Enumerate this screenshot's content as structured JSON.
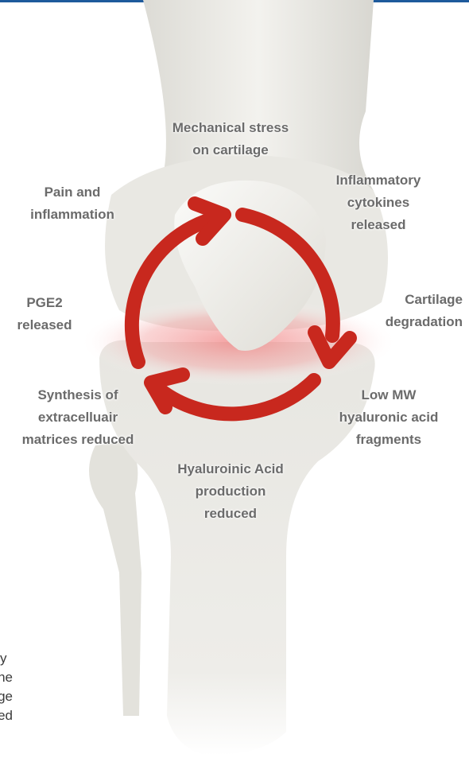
{
  "labels": {
    "mechanical_stress": [
      "Mechanical stress",
      "on cartilage"
    ],
    "inflammatory_cytokines": [
      "Inflammatory",
      "cytokines",
      "released"
    ],
    "cartilage_degradation": [
      "Cartilage",
      "degradation"
    ],
    "low_mw_fragments": [
      "Low MW",
      "hyaluronic acid",
      "fragments"
    ],
    "ha_production_reduced": [
      "Hyaluroinic Acid",
      "production",
      "reduced"
    ],
    "synthesis_reduced": [
      "Synthesis of",
      "extracelluair",
      "matrices reduced"
    ],
    "pge2_released": [
      "PGE2",
      "released"
    ],
    "pain_inflammation": [
      "Pain and",
      "inflammation"
    ]
  },
  "side_text": [
    "y",
    "he",
    "rge",
    "ed"
  ],
  "colors": {
    "cycle_arrow": "#c8281e",
    "label_text": "#6b6b6b",
    "bone": "#ecebe6",
    "inflamed_glow": "#f08080",
    "top_bar": "#1e5a9c"
  },
  "icons": {
    "cycle": "circular-arrow-icon"
  }
}
